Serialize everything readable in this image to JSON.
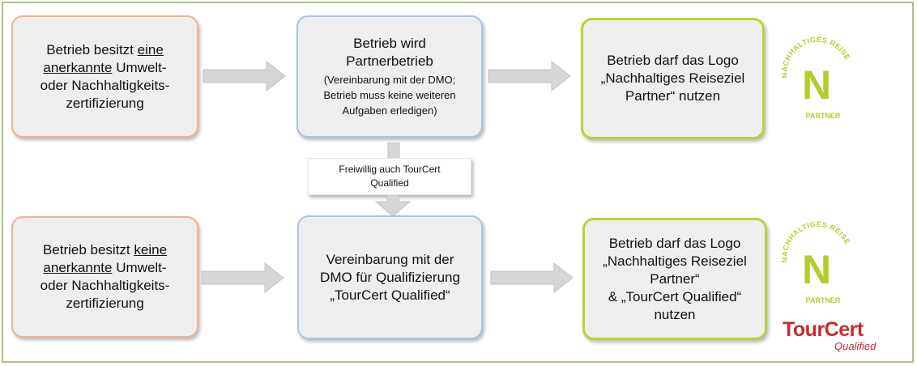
{
  "row1": {
    "start": {
      "line1": "Betrieb besitzt",
      "line1_u": "eine",
      "line2_u": "anerkannte",
      "line2": "Umwelt-",
      "line3": "oder Nachhaltigkeits-",
      "line4": "zertifizierung"
    },
    "partner": {
      "title1": "Betrieb wird",
      "title2": "Partnerbetrieb",
      "note1": "(Vereinbarung mit der DMO;",
      "note2": "Betrieb muss keine weiteren",
      "note3": "Aufgaben erledigen)"
    },
    "result": {
      "line1": "Betrieb darf das Logo",
      "line2": "„Nachhaltiges Reiseziel",
      "line3": "Partner“ nutzen"
    }
  },
  "connector": {
    "line1": "Freiwillig auch TourCert",
    "line2": "Qualified"
  },
  "row2": {
    "start": {
      "line1": "Betrieb besitzt",
      "line1_u": "keine",
      "line2_u": "anerkannte",
      "line2": "Umwelt-",
      "line3": "oder Nachhaltigkeits-",
      "line4": "zertifizierung"
    },
    "qualify": {
      "line1": "Vereinbarung mit der",
      "line2": "DMO für Qualifizierung",
      "line3": "„TourCert Qualified“"
    },
    "result": {
      "line1": "Betrieb darf das Logo",
      "line2": "„Nachhaltiges Reiseziel",
      "line3": "Partner“",
      "line4": "& „TourCert Qualified“",
      "line5": "nutzen"
    }
  },
  "logos": {
    "reiseziel": {
      "arc_text": "NACHHALTIGES REISEZIEL",
      "letter": "N",
      "sub": "PARTNER",
      "color": "#b5cc2e"
    },
    "tourcert": {
      "name": "TourCert",
      "sub": "Qualified",
      "color": "#c82a2f"
    }
  },
  "colors": {
    "orange_border": "#f2b38f",
    "blue_border": "#a9c4e2",
    "green_border": "#b7d334",
    "box_fill": "#eeeeee",
    "arrow_fill": "#d6d6d6",
    "frame": "#a9c08a"
  }
}
